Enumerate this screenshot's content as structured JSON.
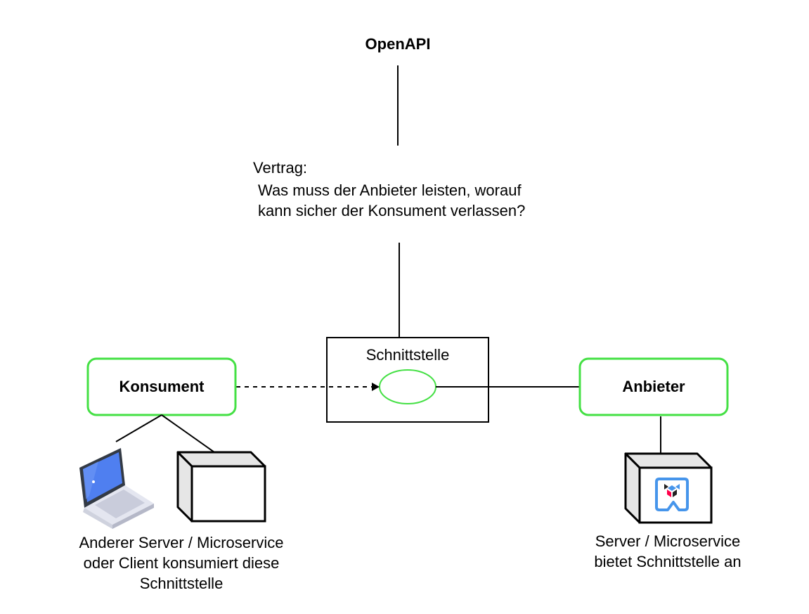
{
  "title": "OpenAPI",
  "contract": {
    "heading": "Vertrag:",
    "line1": "Was muss der Anbieter leisten, worauf",
    "line2": "kann sicher der Konsument verlassen?"
  },
  "interface": {
    "label": "Schnittstelle"
  },
  "consumer": {
    "label": "Konsument",
    "caption_line1": "Anderer Server / Microservice",
    "caption_line2": "oder Client konsumiert diese",
    "caption_line3": "Schnittstelle"
  },
  "provider": {
    "label": "Anbieter",
    "caption_line1": "Server / Microservice",
    "caption_line2": "bietet Schnittstelle an"
  },
  "icons": {
    "laptop": "laptop-icon",
    "consumer_server": "server-cube-icon",
    "provider_server": "server-cube-icon",
    "provider_logo": "quarkus-logo-icon"
  },
  "colors": {
    "node_border": "#44e044",
    "line": "#000000",
    "cube_side": "#e6e6e6",
    "laptop_screen": "#4f7ff0"
  }
}
